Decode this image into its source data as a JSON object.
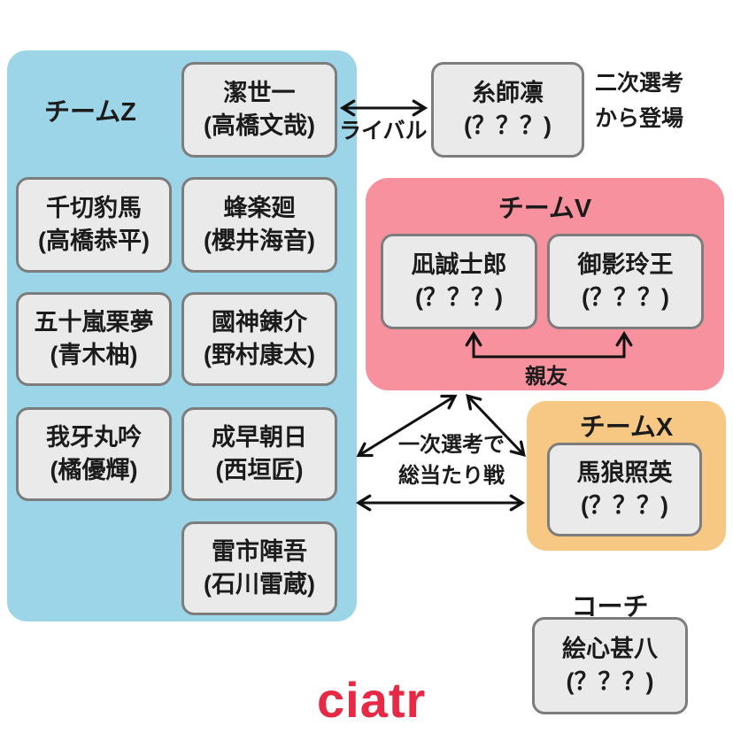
{
  "teams": {
    "team_z": {
      "label": "チームZ",
      "color": "#9cd4e8",
      "members": [
        {
          "name": "潔世一",
          "actor": "(高橋文哉)"
        },
        {
          "name": "千切豹馬",
          "actor": "(高橋恭平)"
        },
        {
          "name": "蜂楽廻",
          "actor": "(櫻井海音)"
        },
        {
          "name": "五十嵐栗夢",
          "actor": "(青木柚)"
        },
        {
          "name": "國神錬介",
          "actor": "(野村康太)"
        },
        {
          "name": "我牙丸吟",
          "actor": "(橘優輝)"
        },
        {
          "name": "成早朝日",
          "actor": "(西垣匠)"
        },
        {
          "name": "雷市陣吾",
          "actor": "(石川雷蔵)"
        }
      ]
    },
    "team_v": {
      "label": "チームV",
      "color": "#f8919e",
      "members": [
        {
          "name": "凪誠士郎",
          "actor": "(？？？)"
        },
        {
          "name": "御影玲王",
          "actor": "(？？？)"
        }
      ]
    },
    "team_x": {
      "label": "チームX",
      "color": "#f6c883",
      "members": [
        {
          "name": "馬狼照英",
          "actor": "(？？？)"
        }
      ]
    }
  },
  "standalone": {
    "rin": {
      "name": "糸師凛",
      "actor": "(？？？)"
    },
    "coach_heading": "コーチ",
    "coach": {
      "name": "絵心甚八",
      "actor": "(？？？)"
    }
  },
  "annotations": {
    "rival_label": "ライバル",
    "debut_note_line1": "二次選考",
    "debut_note_line2": "から登場",
    "best_friends_label": "親友",
    "round_robin_line1": "一次選考で",
    "round_robin_line2": "総当たり戦"
  },
  "logo": {
    "text": "ciatr",
    "color": "#e62a45"
  },
  "arrow_color": "#111111"
}
